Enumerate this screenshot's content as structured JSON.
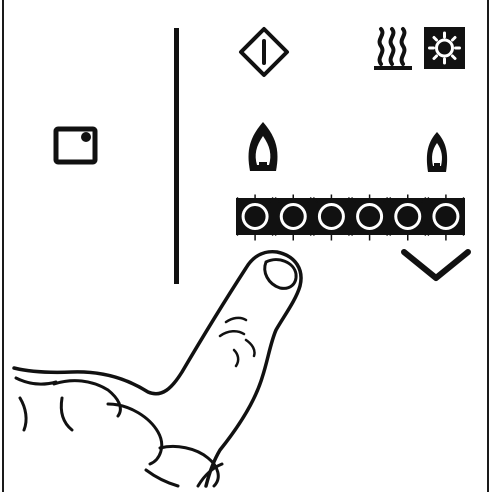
{
  "panel": {
    "controls": [
      {
        "name": "power-button",
        "icon": "power-diamond-icon"
      },
      {
        "name": "warming-zone-indicator",
        "icon": "heat-waves-icon"
      },
      {
        "name": "light-toggle",
        "icon": "sun-icon"
      },
      {
        "name": "timer-button",
        "icon": "square-dot-icon"
      },
      {
        "name": "flame-large",
        "icon": "large-flame-icon"
      },
      {
        "name": "flame-small",
        "icon": "small-flame-icon"
      },
      {
        "name": "down-arrow-button",
        "icon": "chevron-down-icon"
      }
    ],
    "heat_slider": {
      "segments": 6,
      "all_active": true
    },
    "hand": {
      "icon": "pointing-hand-icon",
      "gesture": "touch"
    },
    "colors": {
      "ink": "#111111",
      "background": "#ffffff",
      "slider_ring": "#ffffff"
    }
  }
}
